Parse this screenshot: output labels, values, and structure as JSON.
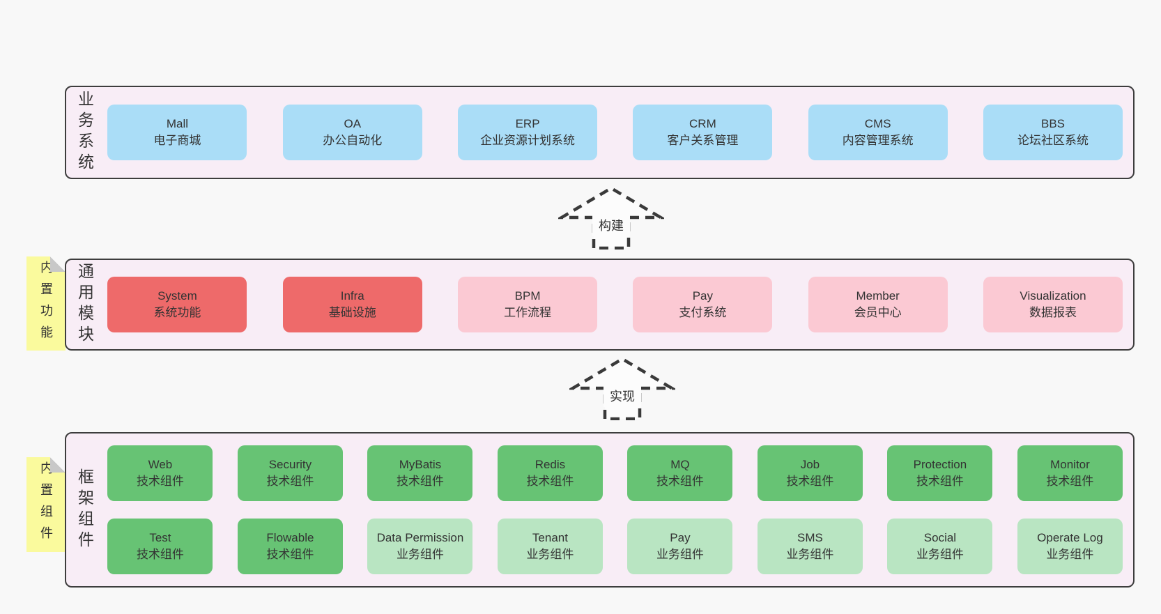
{
  "colors": {
    "page_bg": "#f8f8f8",
    "layer_bg": "#f8edf6",
    "layer_border": "#3d3d3d",
    "blue": "#aaddf7",
    "red": "#ee6a6a",
    "pink": "#fbc9d3",
    "green": "#67c374",
    "light_green": "#b9e5c2",
    "note_yellow": "#fafa9d",
    "text": "#333333"
  },
  "layers": [
    {
      "label": "业务系统",
      "boxes": [
        {
          "name": "Mall",
          "desc": "电子商城"
        },
        {
          "name": "OA",
          "desc": "办公自动化"
        },
        {
          "name": "ERP",
          "desc": "企业资源计划系统"
        },
        {
          "name": "CRM",
          "desc": "客户关系管理"
        },
        {
          "name": "CMS",
          "desc": "内容管理系统"
        },
        {
          "name": "BBS",
          "desc": "论坛社区系统"
        }
      ]
    },
    {
      "label": "通用模块",
      "note": "内置功能",
      "boxes": [
        {
          "name": "System",
          "desc": "系统功能"
        },
        {
          "name": "Infra",
          "desc": "基础设施"
        },
        {
          "name": "BPM",
          "desc": "工作流程"
        },
        {
          "name": "Pay",
          "desc": "支付系统"
        },
        {
          "name": "Member",
          "desc": "会员中心"
        },
        {
          "name": "Visualization",
          "desc": "数据报表"
        }
      ]
    },
    {
      "label": "框架组件",
      "note": "内置组件",
      "rows": [
        [
          {
            "name": "Web",
            "desc": "技术组件"
          },
          {
            "name": "Security",
            "desc": "技术组件"
          },
          {
            "name": "MyBatis",
            "desc": "技术组件"
          },
          {
            "name": "Redis",
            "desc": "技术组件"
          },
          {
            "name": "MQ",
            "desc": "技术组件"
          },
          {
            "name": "Job",
            "desc": "技术组件"
          },
          {
            "name": "Protection",
            "desc": "技术组件"
          },
          {
            "name": "Monitor",
            "desc": "技术组件"
          }
        ],
        [
          {
            "name": "Test",
            "desc": "技术组件"
          },
          {
            "name": "Flowable",
            "desc": "技术组件"
          },
          {
            "name": "Data Permission",
            "desc": "业务组件"
          },
          {
            "name": "Tenant",
            "desc": "业务组件"
          },
          {
            "name": "Pay",
            "desc": "业务组件"
          },
          {
            "name": "SMS",
            "desc": "业务组件"
          },
          {
            "name": "Social",
            "desc": "业务组件"
          },
          {
            "name": "Operate Log",
            "desc": "业务组件"
          }
        ]
      ]
    }
  ],
  "arrows": [
    {
      "label": "构建"
    },
    {
      "label": "实现"
    }
  ]
}
